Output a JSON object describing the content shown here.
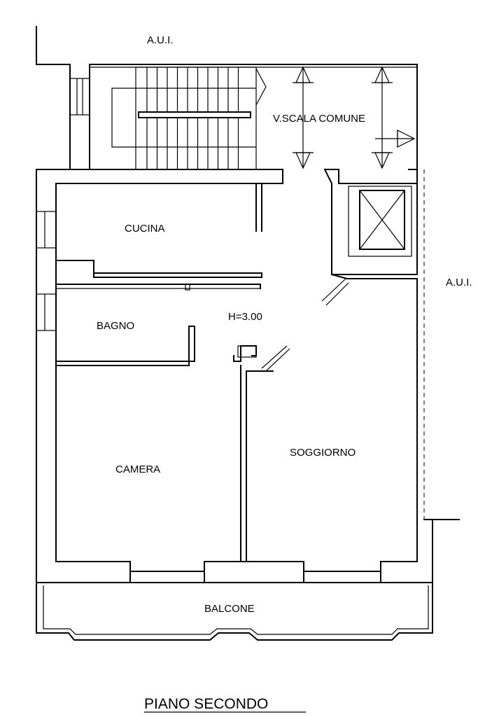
{
  "labels": {
    "aui_top": "A.U.I.",
    "aui_right": "A.U.I.",
    "scala": "V.SCALA COMUNE",
    "cucina": "CUCINA",
    "bagno": "BAGNO",
    "height": "H=3.00",
    "camera": "CAMERA",
    "soggiorno": "SOGGIORNO",
    "balcone": "BALCONE"
  },
  "title": "PIANO SECONDO"
}
